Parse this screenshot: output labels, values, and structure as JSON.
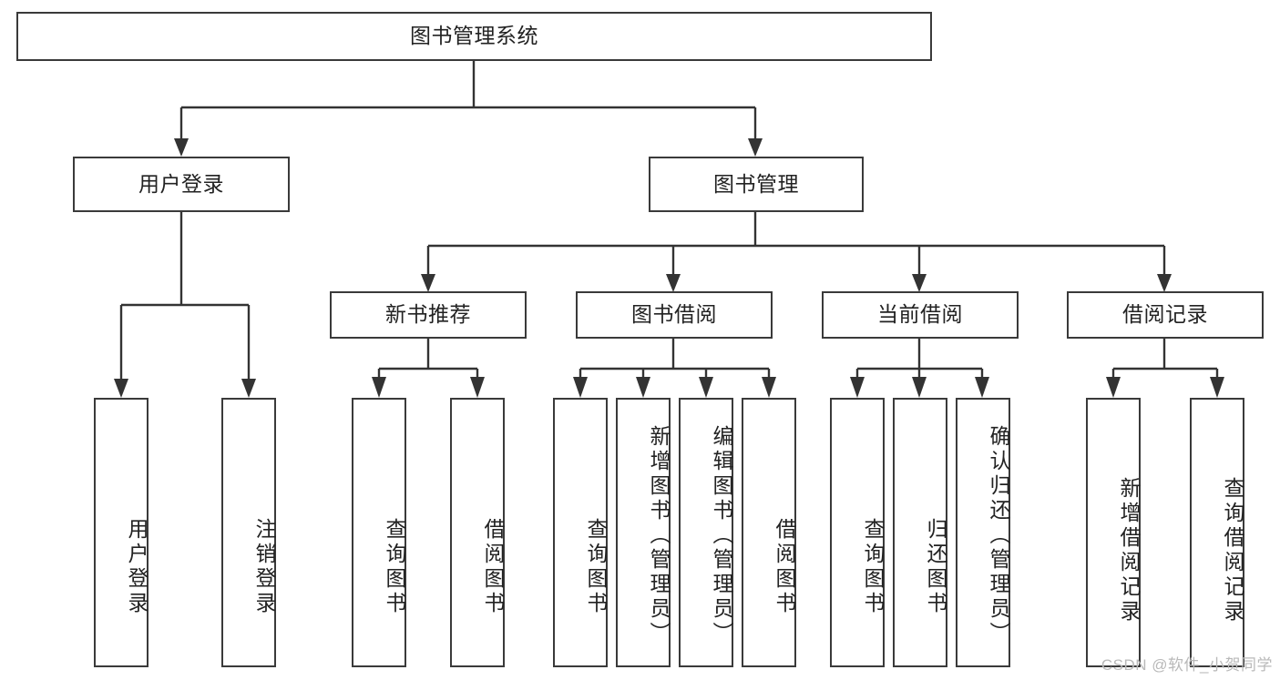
{
  "diagram": {
    "title": "图书管理系统",
    "type": "tree-hierarchy-chart",
    "orientation": "top-down",
    "colors": {
      "box_border": "#3a3a3a",
      "connector": "#333333",
      "background": "#ffffff",
      "text": "#222222",
      "watermark": "#b9b9b9"
    },
    "root": {
      "label": "图书管理系统"
    },
    "level2": [
      {
        "label": "用户登录"
      },
      {
        "label": "图书管理"
      }
    ],
    "level3": [
      {
        "label": "新书推荐"
      },
      {
        "label": "图书借阅"
      },
      {
        "label": "当前借阅"
      },
      {
        "label": "借阅记录"
      }
    ],
    "leaves": {
      "user_login": [
        {
          "label": "用户登录"
        },
        {
          "label": "注销登录"
        }
      ],
      "new_book_recommend": [
        {
          "label": "查询图书"
        },
        {
          "label": "借阅图书"
        }
      ],
      "book_borrow": [
        {
          "label": "查询图书"
        },
        {
          "label": "新增图书（管理员）"
        },
        {
          "label": "编辑图书（管理员）"
        },
        {
          "label": "借阅图书"
        }
      ],
      "current_borrow": [
        {
          "label": "查询图书"
        },
        {
          "label": "归还图书"
        },
        {
          "label": "确认归还（管理员）"
        }
      ],
      "borrow_record": [
        {
          "label": "新增借阅记录"
        },
        {
          "label": "查询借阅记录"
        }
      ]
    }
  },
  "watermark": {
    "text": "CSDN @软件_小贺同学"
  }
}
